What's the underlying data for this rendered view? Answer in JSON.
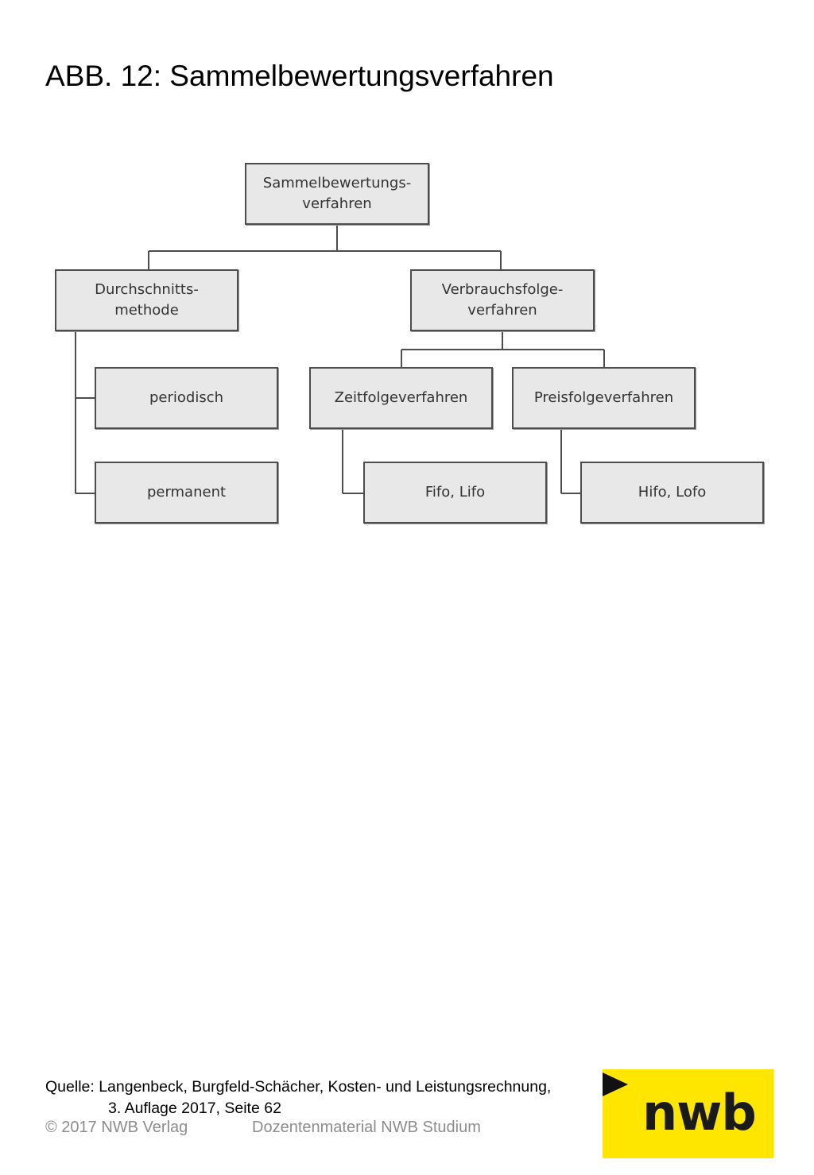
{
  "title": "ABB. 12: Sammelbewertungsverfahren",
  "diagram": {
    "nodes": {
      "root": [
        "Sammelbewertungs-",
        "verfahren"
      ],
      "durchschnitt": [
        "Durchschnitts-",
        "methode"
      ],
      "verbrauch": [
        "Verbrauchsfolge-",
        "verfahren"
      ],
      "periodisch": "periodisch",
      "permanent": "permanent",
      "zeitfolge": "Zeitfolgeverfahren",
      "preisfolge": "Preisfolgeverfahren",
      "fifo": "Fifo, Lifo",
      "hifo": "Hifo, Lofo"
    }
  },
  "source": {
    "line1": "Quelle: Langenbeck, Burgfeld-Schächer, Kosten- und Leistungsrechnung,",
    "line2": "3. Auflage 2017, Seite 62"
  },
  "footer": {
    "copyright": "© 2017 NWB Verlag",
    "material": "Dozentenmaterial NWB Studium"
  },
  "logo": {
    "text": "nwb",
    "background": "#ffe600"
  }
}
